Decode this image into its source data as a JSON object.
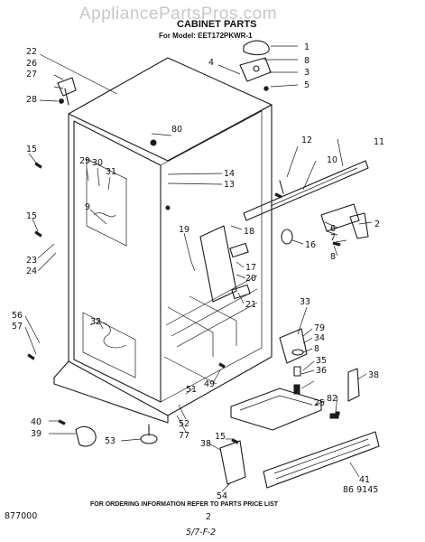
{
  "watermark": "AppliancePartsPros.com",
  "title": "CABINET PARTS",
  "subtitle": "For Model: EET172PKWR-1",
  "footer_note": "FOR ORDERING INFORMATION REFER TO PARTS PRICE LIST",
  "figure_code": "86 9145",
  "doc_code": "877000",
  "page_number": "2",
  "handwritten_date": "5/7-F-2",
  "callouts": [
    "1",
    "8",
    "3",
    "5",
    "4",
    "22",
    "26",
    "27",
    "28",
    "80",
    "12",
    "11",
    "15",
    "29",
    "30",
    "31",
    "14",
    "13",
    "10",
    "9",
    "18",
    "6",
    "7",
    "2",
    "16",
    "8",
    "15",
    "23",
    "24",
    "19",
    "17",
    "20",
    "21",
    "33",
    "79",
    "34",
    "8",
    "56",
    "57",
    "32",
    "35",
    "36",
    "38",
    "82",
    "25",
    "49",
    "51",
    "40",
    "39",
    "52",
    "77",
    "53",
    "15",
    "38",
    "54",
    "41"
  ]
}
